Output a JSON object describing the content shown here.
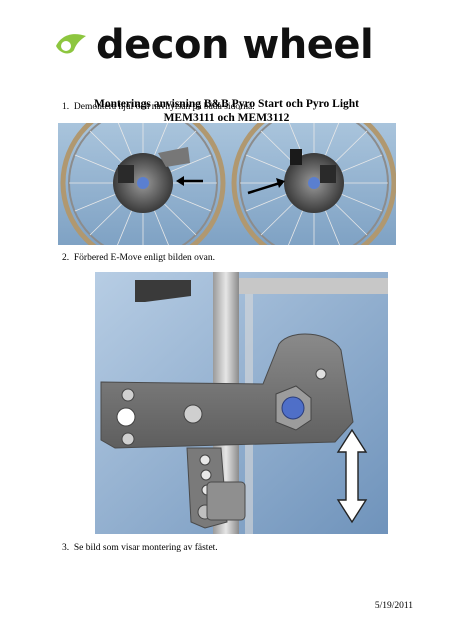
{
  "header": {
    "logo_text": "decon wheel",
    "brand_color": "#8dc63f"
  },
  "document": {
    "title_line1": "Monterings anvisning B&B Pyro Start och Pyro Light",
    "title_line2": "MEM3111 och MEM3112"
  },
  "steps": [
    {
      "number": "1.",
      "text": "Demontera hjul och navhylsan på båda sidorna."
    },
    {
      "number": "2.",
      "text": "Förbered E-Move enligt bilden ovan."
    },
    {
      "number": "3.",
      "text": "Se bild som visar montering av fästet."
    }
  ],
  "footer": {
    "date": "5/19/2011"
  }
}
